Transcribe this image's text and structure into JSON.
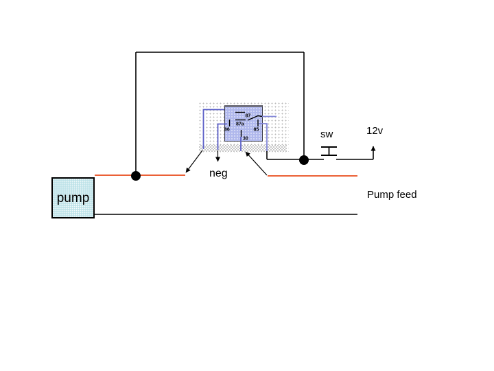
{
  "diagram": {
    "type": "relay wiring diagram for pump circuit"
  },
  "components": {
    "pump": {
      "label": "pump"
    },
    "ground": {
      "label": "neg"
    },
    "switch": {
      "label": "sw"
    },
    "supply": {
      "label": "12v"
    },
    "feed": {
      "label": "Pump feed"
    },
    "relay": {
      "pin_87": "87",
      "pin_87a": "87a",
      "pin_86": "86",
      "pin_85": "85",
      "pin_30": "30"
    }
  },
  "colors": {
    "wire_black": "#000000",
    "wire_orange": "#e84a19",
    "wire_blue": "#5c60c8",
    "wire_blue_light": "#8286d8",
    "relay_fill": "#b0b8ec",
    "pump_fill": "#bfe3e9"
  }
}
